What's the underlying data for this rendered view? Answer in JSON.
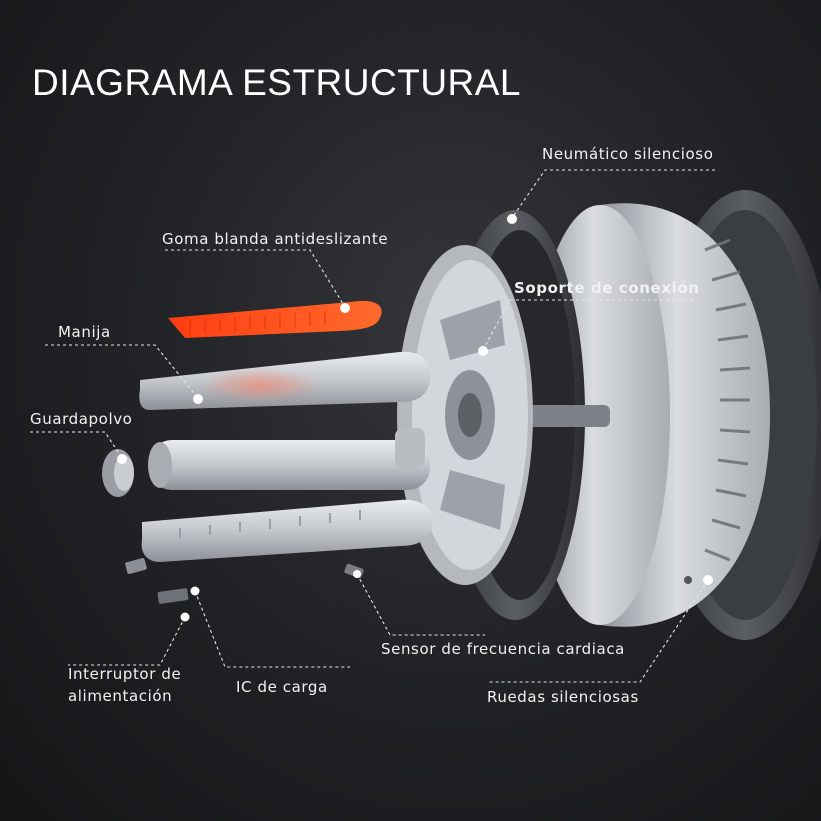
{
  "title": "DIAGRAMA ESTRUCTURAL",
  "labels": {
    "tire": "Neumático silencioso",
    "rubber": "Goma blanda antideslizante",
    "connector": "Soporte de conexión",
    "handle": "Manija",
    "dustcover": "Guardapolvo",
    "switch_line1": "Interruptor de",
    "switch_line2": "alimentación",
    "charging_ic": "IC de carga",
    "hr_sensor": "Sensor de frecuencia cardiaca",
    "wheels": "Ruedas silenciosas"
  },
  "colors": {
    "background": "#1e1f22",
    "accent_rubber": "#ff4a1a",
    "part_light": "#cfd3d7",
    "tire_dark": "#4a4e53"
  }
}
